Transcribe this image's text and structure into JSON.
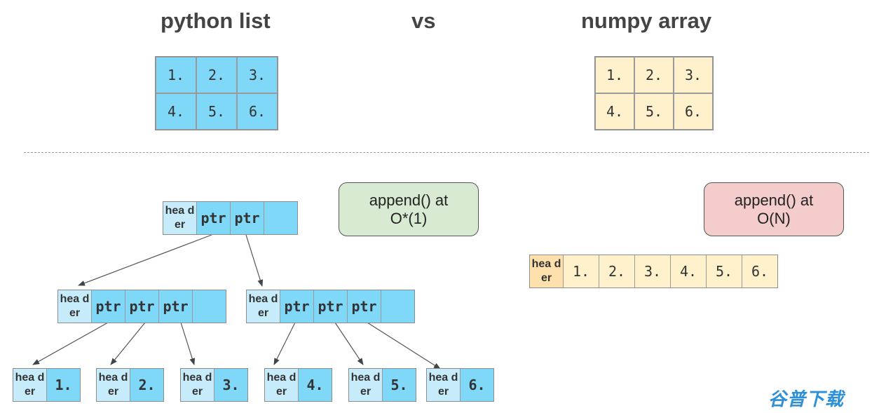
{
  "titles": {
    "python_list": "python list",
    "vs": "vs",
    "numpy_array": "numpy array"
  },
  "python_grid": [
    "1.",
    "2.",
    "3.",
    "4.",
    "5.",
    "6."
  ],
  "numpy_grid": [
    "1.",
    "2.",
    "3.",
    "4.",
    "5.",
    "6."
  ],
  "header_label": "hea der",
  "ptr_label": "ptr",
  "bubbles": {
    "list_append_line1": "append() at",
    "list_append_line2": "O*(1)",
    "array_append_line1": "append() at",
    "array_append_line2": "O(N)"
  },
  "tree": {
    "leaves": [
      "1.",
      "2.",
      "3.",
      "4.",
      "5.",
      "6."
    ]
  },
  "numpy_row": [
    "1.",
    "2.",
    "3.",
    "4.",
    "5.",
    "6."
  ],
  "watermark": "谷普下载",
  "colors": {
    "list_cell": "#80d8f8",
    "list_header": "#c6ecfb",
    "array_cell": "#fff1cc",
    "array_header": "#fde0ac",
    "bubble_green": "#d9ead3",
    "bubble_pink": "#f4cccc"
  }
}
